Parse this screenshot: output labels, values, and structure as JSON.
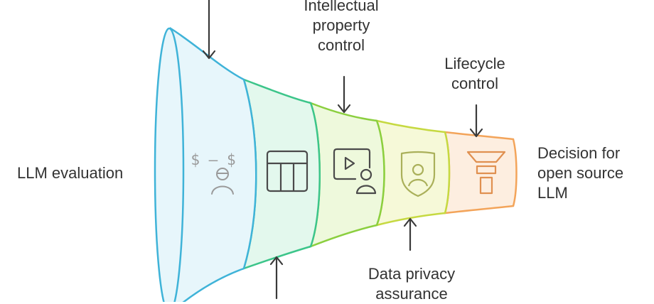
{
  "funnel": {
    "input_label": "LLM evaluation",
    "output_label": "Decision for\nopen source\nLLM"
  },
  "stages": [
    {
      "icon": "cost-dollar-person-icon",
      "fill": "#e7f6fb",
      "stroke": "#3fb3d8"
    },
    {
      "icon": "table-grid-icon",
      "fill": "#e3f8ed",
      "stroke": "#3cc58a"
    },
    {
      "icon": "video-user-icon",
      "fill": "#eef9dc",
      "stroke": "#8bcf3f"
    },
    {
      "icon": "shield-user-icon",
      "fill": "#f6f9d8",
      "stroke": "#c6d941"
    },
    {
      "icon": "funnel-filter-icon",
      "fill": "#fdeee0",
      "stroke": "#f3a45a"
    }
  ],
  "callouts": [
    {
      "text": "Intellectual\nproperty\ncontrol",
      "direction": "down"
    },
    {
      "text": "Lifecycle\ncontrol",
      "direction": "down"
    },
    {
      "text": "Data privacy\nassurance",
      "direction": "up"
    }
  ],
  "colors": {
    "text": "#333333",
    "arrow": "#3a3a3a",
    "icon": "#555555"
  }
}
